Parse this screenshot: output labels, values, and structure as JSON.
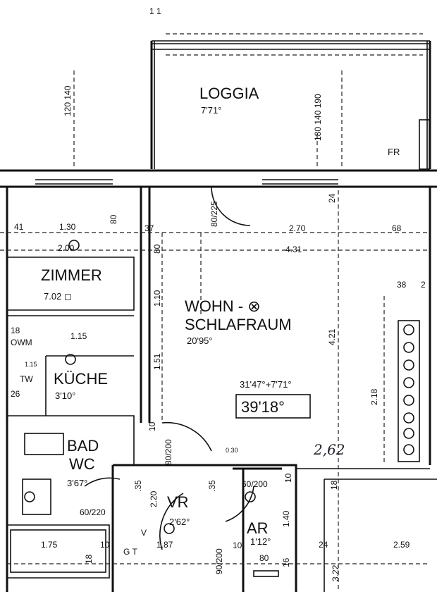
{
  "title": "Floor plan",
  "top_mark": "1 1",
  "rooms": {
    "loggia": {
      "name": "LOGGIA",
      "area": "7'71°"
    },
    "zimmer": {
      "name": "ZIMMER",
      "area": "7.02 ◻"
    },
    "wohn": {
      "name1": "WOHN - ⊗",
      "name2": "SCHLAFRAUM",
      "area": "20'95°"
    },
    "kueche": {
      "name": "KÜCHE",
      "area": "3'10°"
    },
    "bad": {
      "name1": "BAD",
      "name2": "WC",
      "area": "3'67°"
    },
    "vr": {
      "name": "VR",
      "area": "2'62°"
    },
    "ar": {
      "name": "AR",
      "area": "1'12°"
    }
  },
  "total": {
    "sum": "31'47°+7'71°",
    "result": "39'18°"
  },
  "handwritten": "2,62",
  "labels": {
    "fr": "FR",
    "wm": "OWM",
    "tw": "TW",
    "gt": "G T",
    "v": "V"
  },
  "dims": {
    "d120_140": "120 140",
    "d180_140_190": "180 140 190",
    "d24a": "24",
    "d80_225": "80/225",
    "d41": "41",
    "d130": "1.30",
    "d80a": "80",
    "d37": "37",
    "d270": "2.70",
    "d68": "68",
    "d200": "2.00",
    "d80b": "80",
    "d431": "4.31",
    "d110": "1.10",
    "d38": "38",
    "d2": "2",
    "d18a": "18",
    "d115a": "1.15",
    "d115b": "1.15",
    "d26": "26",
    "d151": "1.51",
    "d421": "4.21",
    "d218": "2.18",
    "d10a": "10",
    "d80_200a": "80/200",
    "d35a": ".35",
    "d220": "2.20",
    "d60_220": "60/220",
    "d175": "1.75",
    "d10b": "10",
    "d18b": "18",
    "d187": "1.87",
    "d35b": ".35",
    "d60_200": "60/200",
    "d10c": "10",
    "d030": "0.30",
    "d140": "1.40",
    "d10d": "10",
    "d80c": "80",
    "d90_200": "90/200",
    "d16": "16",
    "d18c": "18",
    "d24b": "24",
    "d259": "2.59",
    "d322": "3.22"
  }
}
